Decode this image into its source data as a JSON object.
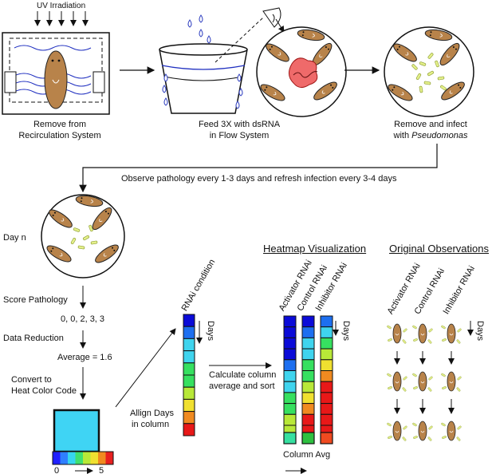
{
  "top": {
    "uv_label": "UV Irradiation",
    "step1_line1": "Remove from",
    "step1_line2": "Recirculation System",
    "step2_line1": "Feed 3X with dsRNA",
    "step2_line2": "in Flow System",
    "step3_line1": "Remove and infect",
    "step3_line2_prefix": "with ",
    "step3_line2_italic": "Pseudomonas"
  },
  "observe_note": "Observe pathology every 1-3 days and refresh infection every 3-4 days",
  "left": {
    "day_label": "Day n",
    "score_label": "Score Pathology",
    "scores": "0, 0, 2, 3, 3",
    "reduction_label": "Data Reduction",
    "average": "Average = 1.6",
    "convert_line1": "Convert to",
    "convert_line2": "Heat Color Code",
    "scale_min": "0",
    "scale_max": "5",
    "scale_colors": [
      "#2020ff",
      "#2f7fff",
      "#36d6f0",
      "#40e070",
      "#b8e838",
      "#f0e030",
      "#f08a20",
      "#e82020"
    ]
  },
  "align": {
    "line1": "Allign Days",
    "line2": "in column",
    "condition_label": "RNAi condition",
    "days_label": "Days",
    "column_colors": [
      "#0b0bd8",
      "#1d6ff0",
      "#3fd4ee",
      "#3fd4ee",
      "#36e060",
      "#36e060",
      "#b8e838",
      "#f0e030",
      "#f08a20",
      "#e81818"
    ]
  },
  "calc": {
    "line1": "Calculate column",
    "line2": "average and sort"
  },
  "heatmap": {
    "title": "Heatmap Visualization",
    "headers": [
      "Activator RNAi",
      "Control RNAi",
      "Inhibitor RNAi"
    ],
    "days_label": "Days",
    "columns": [
      [
        "#0b0bd8",
        "#0b0bd8",
        "#0b0bd8",
        "#0b0bd8",
        "#1d6ff0",
        "#3fd4ee",
        "#3fd4ee",
        "#36e060",
        "#36e060",
        "#b8e838",
        "#b8e838"
      ],
      [
        "#0b0bd8",
        "#1d6ff0",
        "#3fd4ee",
        "#3fd4ee",
        "#36e060",
        "#36e060",
        "#b8e838",
        "#f0e030",
        "#f08a20",
        "#e81818",
        "#e81818"
      ],
      [
        "#1d6ff0",
        "#3fd4ee",
        "#36e060",
        "#b8e838",
        "#f0e030",
        "#f08a20",
        "#e81818",
        "#e81818",
        "#e81818",
        "#e81818",
        "#e81818"
      ]
    ],
    "avg_colors": [
      "#36e0a0",
      "#2ec040",
      "#f04a20"
    ],
    "avg_label": "Column Avg"
  },
  "observations": {
    "title": "Original Observations",
    "headers": [
      "Activator RNAi",
      "Control RNAi",
      "Inhibitor RNAi"
    ],
    "days_label": "Days"
  }
}
